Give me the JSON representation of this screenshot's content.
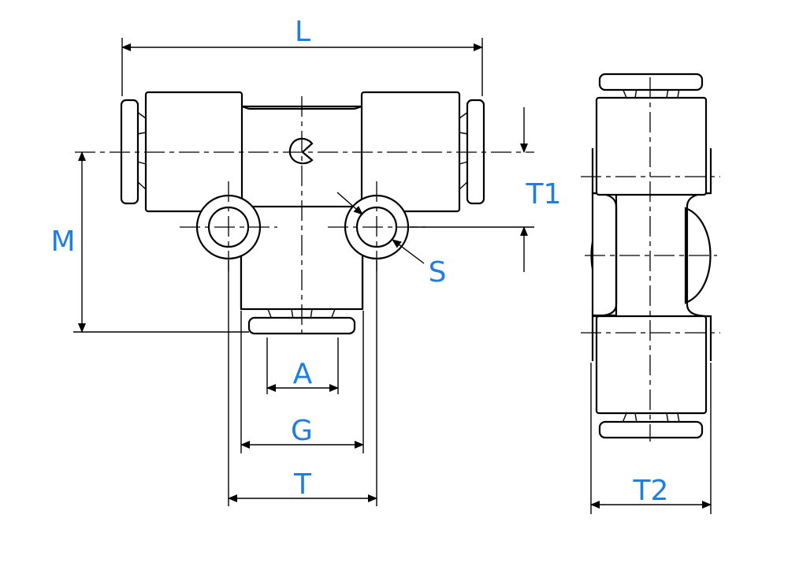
{
  "colors": {
    "label": "#1e7fe0",
    "line": "#000000",
    "background": "#ffffff"
  },
  "labels": {
    "L": "L",
    "M": "M",
    "T1": "T1",
    "S": "S",
    "A": "A",
    "G": "G",
    "T": "T",
    "T2": "T2"
  }
}
